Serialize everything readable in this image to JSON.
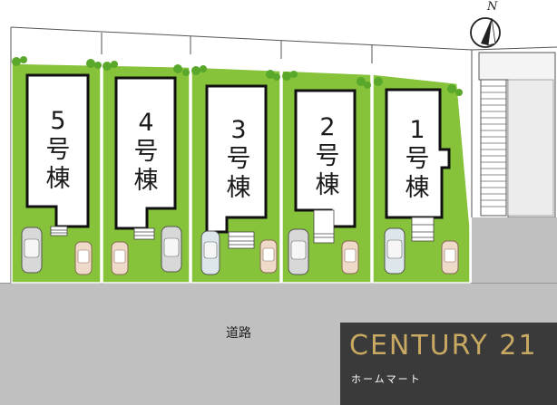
{
  "map": {
    "north_letter": "N",
    "road_label": "道路",
    "lots": [
      {
        "id": "1",
        "label": "1号棟"
      },
      {
        "id": "2",
        "label": "2号棟"
      },
      {
        "id": "3",
        "label": "3号棟"
      },
      {
        "id": "4",
        "label": "4号棟"
      },
      {
        "id": "5",
        "label": "5号棟"
      }
    ]
  },
  "logo": {
    "brand": "CENTURY 21",
    "sub": "ホームマート"
  },
  "colors": {
    "lawn": "#86c23a",
    "road": "#c0c0c0",
    "logo_bg": "#3a3a3a",
    "logo_gold": "#c9a962"
  }
}
